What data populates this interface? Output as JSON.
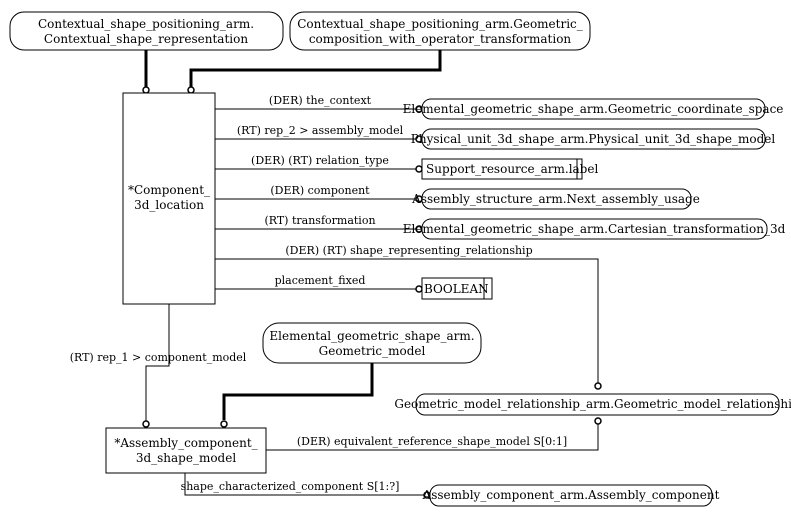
{
  "entities": {
    "ctx_shape_rep": {
      "line1": "Contextual_shape_positioning_arm.",
      "line2": "Contextual_shape_representation"
    },
    "geom_comp_transform": {
      "line1": "Contextual_shape_positioning_arm.Geometric_",
      "line2": "composition_with_operator_transformation"
    },
    "component_3d_location": {
      "line1": "*Component_",
      "line2": "3d_location"
    },
    "geom_coord_space": {
      "label": "Elemental_geometric_shape_arm.Geometric_coordinate_space"
    },
    "phys_unit_model": {
      "label": "Physical_unit_3d_shape_arm.Physical_unit_3d_shape_model"
    },
    "support_label": {
      "label": "Support_resource_arm.label"
    },
    "next_assembly_usage": {
      "label": "Assembly_structure_arm.Next_assembly_usage"
    },
    "cartesian_transform": {
      "label": "Elemental_geometric_shape_arm.Cartesian_transformation_3d"
    },
    "boolean": {
      "label": "BOOLEAN"
    },
    "geometric_model": {
      "line1": "Elemental_geometric_shape_arm.",
      "line2": "Geometric_model"
    },
    "geom_model_rel": {
      "label": "Geometric_model_relationship_arm.Geometric_model_relationship"
    },
    "assembly_component_model": {
      "line1": "*Assembly_component_",
      "line2": "3d_shape_model"
    },
    "assembly_component": {
      "label": "Assembly_component_arm.Assembly_component"
    }
  },
  "relations": {
    "the_context": "(DER) the_context",
    "rep_2": "(RT) rep_2 > assembly_model",
    "relation_type": "(DER) (RT) relation_type",
    "component": "(DER) component",
    "transformation": "(RT) transformation",
    "shape_rep_rel": "(DER) (RT) shape_representing_relationship",
    "placement_fixed": "placement_fixed",
    "rep_1": "(RT) rep_1 > component_model",
    "equiv_ref": "(DER) equivalent_reference_shape_model S[0:1]",
    "shape_char_comp": "shape_characterized_component S[1:?]"
  }
}
